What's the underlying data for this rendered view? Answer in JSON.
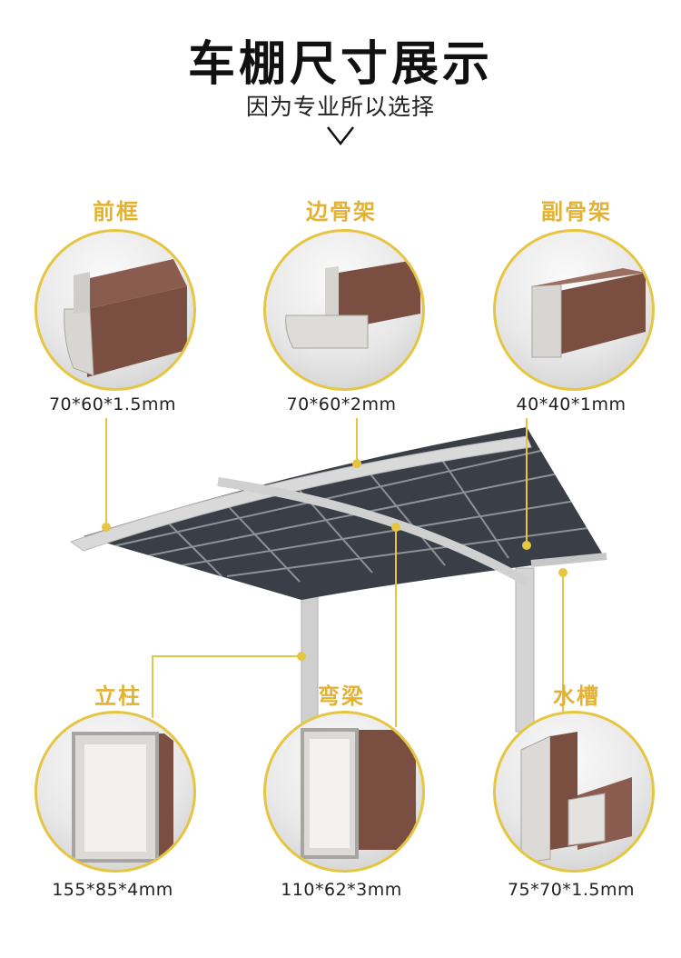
{
  "header": {
    "title": "车棚尺寸展示",
    "subtitle": "因为专业所以选择"
  },
  "parts": [
    {
      "name": "前框",
      "dimension": "70*60*1.5mm"
    },
    {
      "name": "边骨架",
      "dimension": "70*60*2mm"
    },
    {
      "name": "副骨架",
      "dimension": "40*40*1mm"
    },
    {
      "name": "立柱",
      "dimension": "155*85*4mm"
    },
    {
      "name": "弯梁",
      "dimension": "110*62*3mm"
    },
    {
      "name": "水槽",
      "dimension": "75*70*1.5mm"
    }
  ],
  "colors": {
    "accent": "#e6c540",
    "label": "#e3b233",
    "profile_brown": "#7a4f42",
    "profile_silver": "#d6d4d0",
    "frame_gray": "#c9c9c9",
    "panel_dark": "#3a3f47"
  }
}
